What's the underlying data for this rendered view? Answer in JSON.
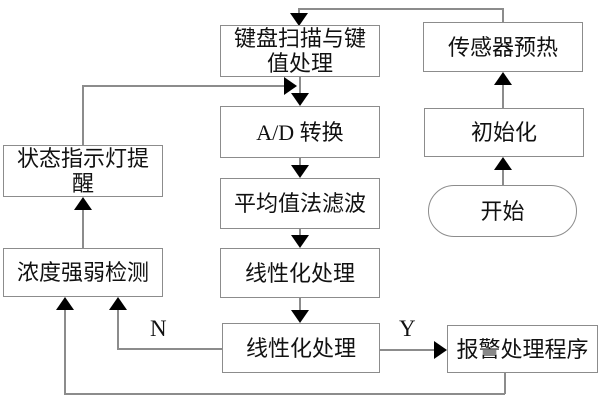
{
  "diagram": {
    "title": "gas-sensor program flowchart",
    "nodes": {
      "keyboard": {
        "label": "键盘扫描与键值处理",
        "shape": "rect"
      },
      "ad_convert": {
        "label": "A/D 转换",
        "shape": "rect"
      },
      "avg_filter": {
        "label": "平均值法滤波",
        "shape": "rect"
      },
      "linearization1": {
        "label": "线性化处理",
        "shape": "rect"
      },
      "linearization2": {
        "label": "线性化处理",
        "shape": "rect"
      },
      "alarm": {
        "label": "报警处理程序",
        "shape": "rect"
      },
      "preheat": {
        "label": "传感器预热",
        "shape": "rect"
      },
      "init": {
        "label": "初始化",
        "shape": "rect"
      },
      "start": {
        "label": "开始",
        "shape": "stadium"
      },
      "status_light": {
        "label": "状态指示灯提醒",
        "shape": "rect"
      },
      "concentration": {
        "label": "浓度强弱检测",
        "shape": "rect"
      }
    },
    "edge_labels": {
      "no": "N",
      "yes": "Y"
    },
    "edges": [
      "start -> init",
      "init -> preheat",
      "preheat -> keyboard",
      "keyboard -> ad_convert",
      "ad_convert -> avg_filter",
      "avg_filter -> linearization1",
      "linearization1 -> linearization2",
      "linearization2 -Y-> alarm",
      "linearization2 -N-> concentration",
      "alarm -> concentration (bottom loop)",
      "concentration -> status_light",
      "status_light -> keyboard/ad_convert junction"
    ],
    "colors": {
      "background": "#ffffff",
      "box_border": "#8c8c8c",
      "line": "#8c8c8c",
      "arrowhead": "#000000",
      "text": "#111111"
    }
  }
}
